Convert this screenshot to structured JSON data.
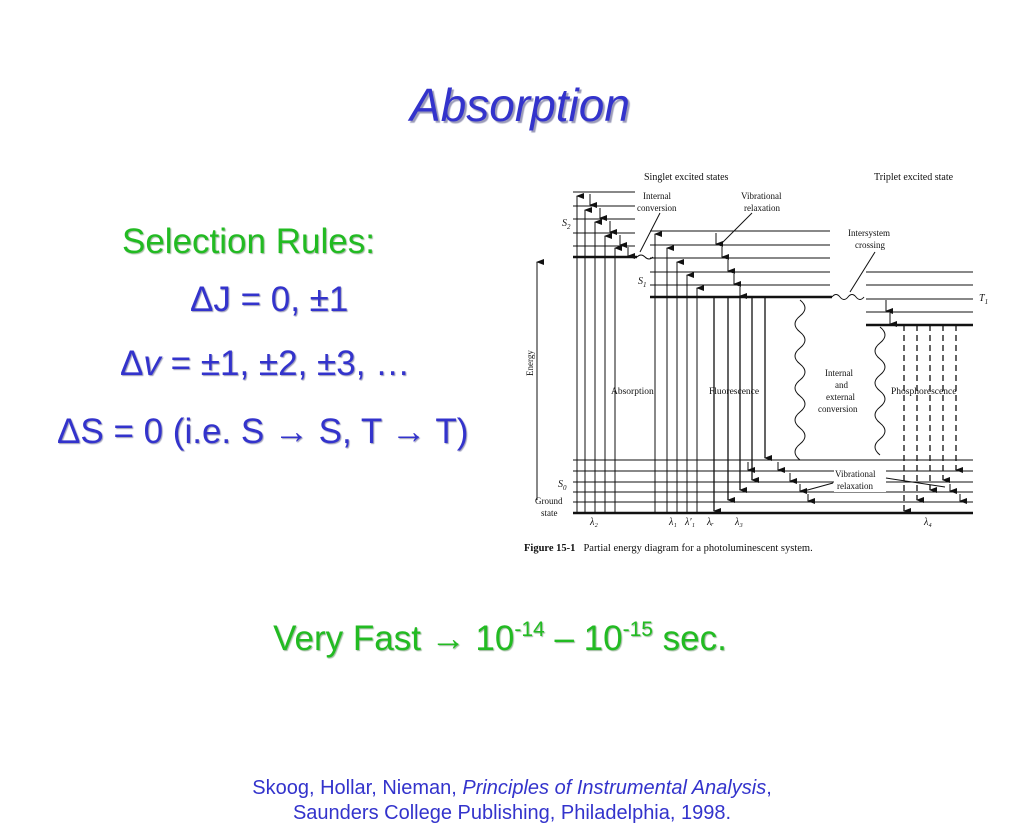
{
  "slide": {
    "title": "Absorption",
    "selection_rules": {
      "heading": "Selection Rules:",
      "rule1": "ΔJ = 0, ±1",
      "rule2_prefix": "Δ",
      "rule2_var": "v",
      "rule2_rest": " = ±1, ±2, ±3, …",
      "rule3": "ΔS = 0 (i.e. S → S, T → T)"
    },
    "speed": {
      "prefix": "Very Fast → 10",
      "exp1": "-14",
      "middle": " – 10",
      "exp2": "-15",
      "suffix": " sec."
    },
    "citation": {
      "authors": "Skoog, Hollar, Nieman, ",
      "book": "Principles of Instrumental Analysis",
      "line1_end": ",",
      "line2": "Saunders College Publishing, Philadelphia, 1998."
    },
    "colors": {
      "title_blue": "#3333cc",
      "green": "#22bb22"
    }
  },
  "figure": {
    "singlet_label": "Singlet excited states",
    "triplet_label": "Triplet excited state",
    "internal_conversion_1": "Internal",
    "internal_conversion_2": "conversion",
    "vib_relax_1": "Vibrational",
    "vib_relax_2": "relaxation",
    "isc_1": "Intersystem",
    "isc_2": "crossing",
    "s2": "S",
    "s2_sub": "2",
    "s1": "S",
    "s1_sub": "1",
    "s0": "S",
    "s0_sub": "0",
    "t1": "T",
    "t1_sub": "1",
    "energy": "Energy",
    "absorption": "Absorption",
    "fluorescence": "Fluorescence",
    "iec_1": "Internal",
    "iec_2": "and",
    "iec_3": "external",
    "iec_4": "conversion",
    "phosphorescence": "Phosphorescence",
    "vib_relax_bottom_1": "Vibrational",
    "vib_relax_bottom_2": "relaxation",
    "ground_1": "Ground",
    "ground_2": "state",
    "lambda2": "λ₂",
    "lambda1": "λ₁",
    "lambda1p": "λ′₁",
    "lambdar": "λᵣ",
    "lambda3": "λ₃",
    "lambda4": "λ₄",
    "caption_bold": "Figure 15-1",
    "caption_text": "Partial energy diagram for a photoluminescent system."
  }
}
